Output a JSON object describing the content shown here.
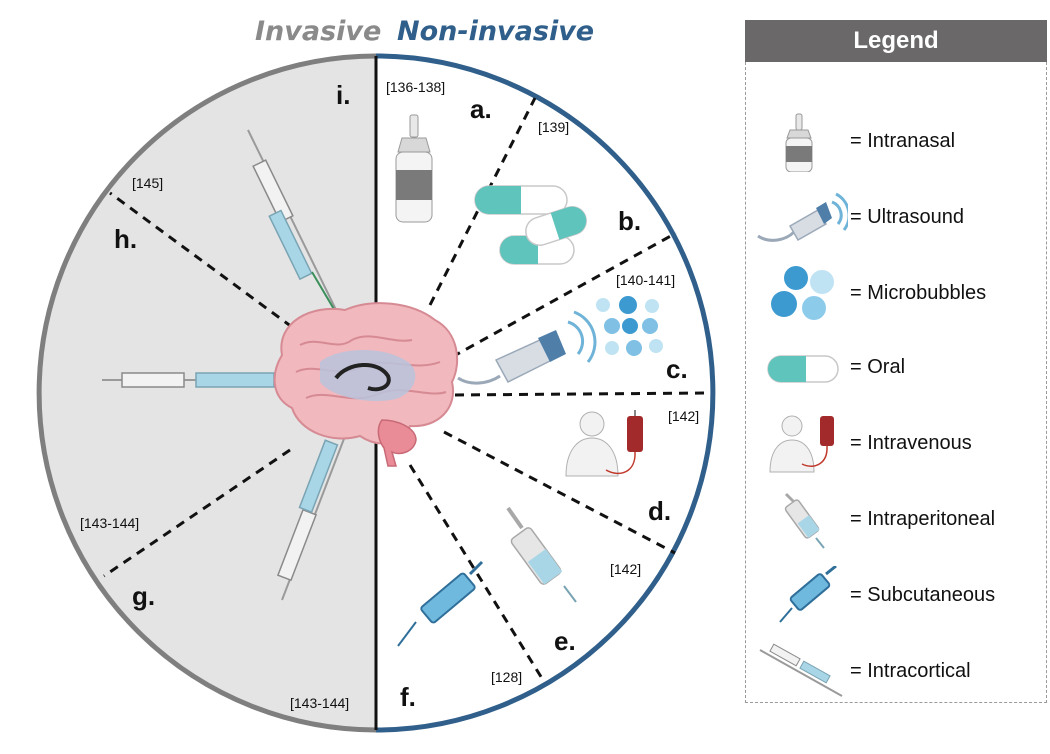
{
  "titles": {
    "invasive": "Invasive",
    "non_invasive": "Non-invasive"
  },
  "segments": [
    {
      "letter": "a.",
      "ref": "[136-138]"
    },
    {
      "letter": "b.",
      "ref": "[139]"
    },
    {
      "letter": "c.",
      "ref": "[140-141]"
    },
    {
      "letter": "d.",
      "ref": "[142]"
    },
    {
      "letter": "e.",
      "ref": "[142]"
    },
    {
      "letter": "f.",
      "ref": "[128]"
    },
    {
      "letter": "g.",
      "ref": "[143-144]"
    },
    {
      "letter": "h.",
      "ref": "[145]"
    },
    {
      "letter": "i.",
      "ref": "[143-144]"
    }
  ],
  "legend": {
    "title": "Legend",
    "items": [
      {
        "icon": "nasal-spray-icon",
        "label": "= Intranasal"
      },
      {
        "icon": "ultrasound-probe-icon",
        "label": "= Ultrasound"
      },
      {
        "icon": "microbubbles-icon",
        "label": "= Microbubbles"
      },
      {
        "icon": "capsule-icon",
        "label": "= Oral"
      },
      {
        "icon": "iv-bag-person-icon",
        "label": "= Intravenous"
      },
      {
        "icon": "syringe-intraperitoneal-icon",
        "label": "= Intraperitoneal"
      },
      {
        "icon": "syringe-subcutaneous-icon",
        "label": "= Subcutaneous"
      },
      {
        "icon": "syringe-intracortical-icon",
        "label": "= Intracortical"
      }
    ]
  },
  "colors": {
    "invasive_fill": "#e4e4e4",
    "invasive_rim": "#7f7f7f",
    "non_invasive_rim": "#2f5f8a",
    "legend_header": "#6a6868",
    "capsule_teal": "#5ec4bc",
    "bubble_blue": "#3c9ad0",
    "blood_red": "#a32a2a",
    "brain_pink": "#f1b8bd"
  }
}
